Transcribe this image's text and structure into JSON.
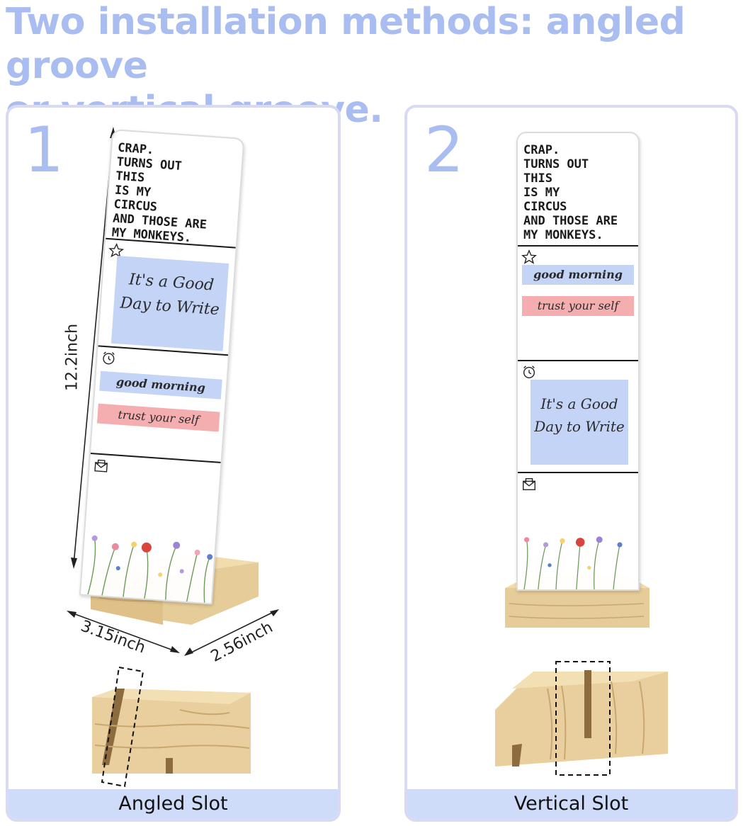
{
  "headline": {
    "line1": "Two installation methods: angled groove",
    "line2": "or vertical groove."
  },
  "panels": [
    {
      "number": "1",
      "caption": "Angled Slot",
      "dimensions": {
        "height": "12.2inch",
        "width": "3.15inch",
        "depth": "2.56inch"
      }
    },
    {
      "number": "2",
      "caption": "Vertical Slot"
    }
  ],
  "sign": {
    "quote": "CRAP.\nTURNS OUT\nTHIS\nIS MY\nCIRCUS\nAND THOSE ARE\nMY MONKEYS.",
    "note1": "It's a Good Day to Write",
    "strip1": "good morning",
    "strip2": "trust your self"
  },
  "colors": {
    "accent": "#a9bdf0",
    "caption_bg": "#cfdcf9",
    "note_blue": "#c4d4f7",
    "note_pink": "#f4aeb0",
    "wood": "#e8cf9d"
  },
  "icons": [
    "star-icon",
    "alarm-clock-icon",
    "envelope-icon"
  ]
}
